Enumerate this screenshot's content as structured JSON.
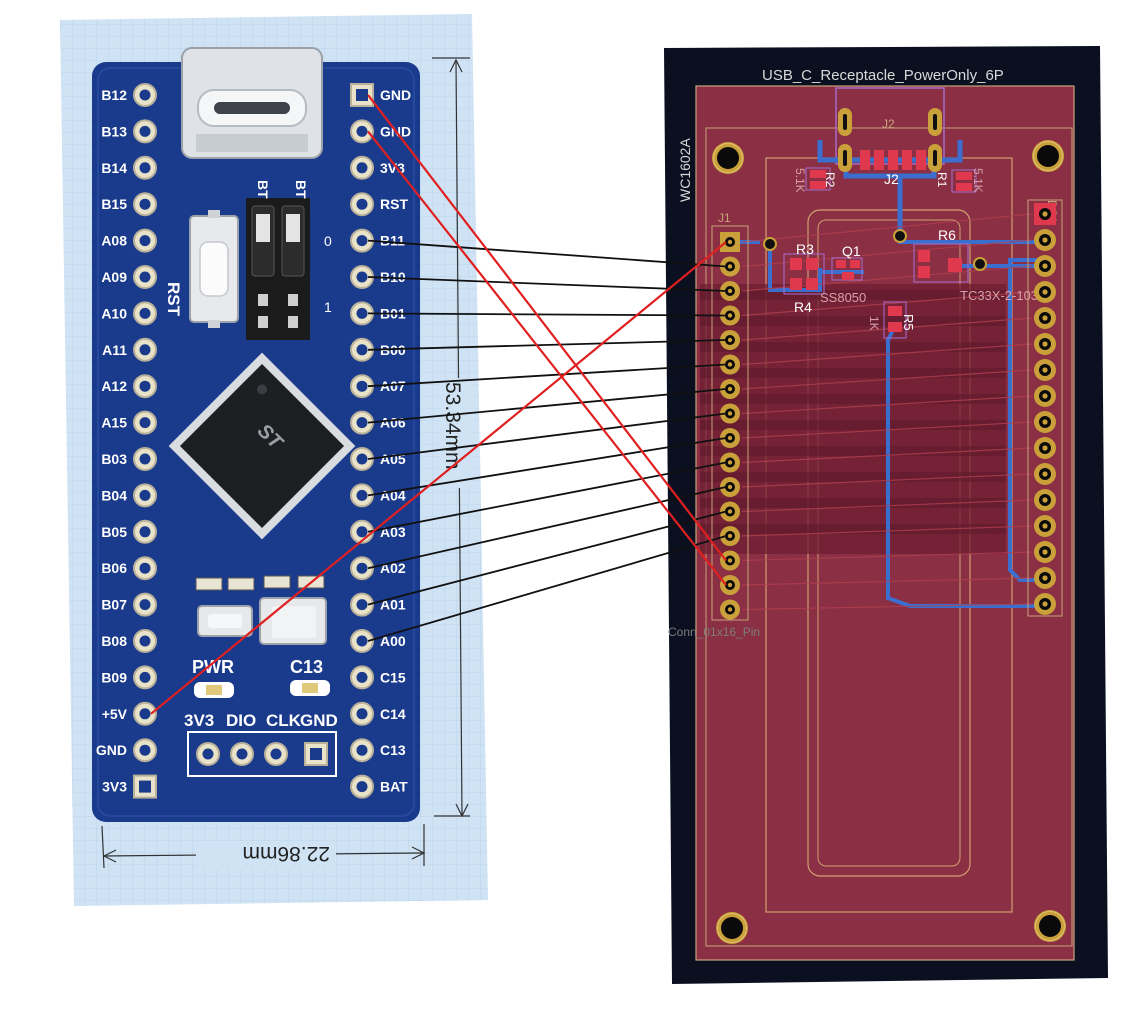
{
  "board": {
    "left_pins": [
      "B12",
      "B13",
      "B14",
      "B15",
      "A08",
      "A09",
      "A10",
      "A11",
      "A12",
      "A15",
      "B03",
      "B04",
      "B05",
      "B06",
      "B07",
      "B08",
      "B09",
      "+5V",
      "GND",
      "3V3"
    ],
    "right_pins": [
      "GND",
      "GND",
      "3V3",
      "RST",
      "B11",
      "B10",
      "B01",
      "B00",
      "A07",
      "A06",
      "A05",
      "A04",
      "A03",
      "A02",
      "A01",
      "A00",
      "C15",
      "C14",
      "C13",
      "BAT"
    ],
    "boot_labels": [
      "BT",
      "BT"
    ],
    "jumper_marks": [
      "0",
      "1"
    ],
    "rst_label": "RST",
    "pwr_label": "PWR",
    "c13_label": "C13",
    "debug_labels": [
      "3V3",
      "DIO",
      "CLK",
      "GND"
    ],
    "dim_height": "53.34mm",
    "dim_width": "22.86mm",
    "colors": {
      "board": "#1a3a8c",
      "grid_bg": "#cfe3f5",
      "wire_data": "#111111",
      "wire_power": "#e02020"
    }
  },
  "pcb": {
    "top_label": "USB_C_Receptacle_PowerOnly_6P",
    "side_label": "WC1602A",
    "conn_label": "Conn_01x16_Pin",
    "refs": {
      "j1": "J1",
      "j2": "J2",
      "j2b": "J2",
      "r1": "R1",
      "r2": "R2",
      "r3": "R3",
      "r4": "R4",
      "r5": "R5",
      "r6": "R6",
      "q1": "Q1",
      "ds1": "DS1"
    },
    "values": {
      "r1": "5.1K",
      "r2": "5.1K",
      "q1": "SS8050",
      "r5": "1K",
      "led": "TC33X-2-103E"
    },
    "colors": {
      "bg": "#0a1020",
      "board": "#8c2f44",
      "copper": "#a52a3a",
      "trace": "#3a6fd0"
    }
  },
  "connections": [
    {
      "from": "B11",
      "to_j1_pin": 2,
      "kind": "data"
    },
    {
      "from": "B10",
      "to_j1_pin": 3,
      "kind": "data"
    },
    {
      "from": "B01",
      "to_j1_pin": 4,
      "kind": "data"
    },
    {
      "from": "B00",
      "to_j1_pin": 5,
      "kind": "data"
    },
    {
      "from": "A07",
      "to_j1_pin": 6,
      "kind": "data"
    },
    {
      "from": "A06",
      "to_j1_pin": 7,
      "kind": "data"
    },
    {
      "from": "A05",
      "to_j1_pin": 8,
      "kind": "data"
    },
    {
      "from": "A04",
      "to_j1_pin": 9,
      "kind": "data"
    },
    {
      "from": "A03",
      "to_j1_pin": 10,
      "kind": "data"
    },
    {
      "from": "A02",
      "to_j1_pin": 11,
      "kind": "data"
    },
    {
      "from": "A01",
      "to_j1_pin": 12,
      "kind": "data"
    },
    {
      "from": "A00",
      "to_j1_pin": 13,
      "kind": "data"
    },
    {
      "from": "GND",
      "to_j1_pin": 14,
      "kind": "power"
    },
    {
      "from": "GND",
      "to_j1_pin": 15,
      "kind": "power"
    },
    {
      "from": "+5V",
      "to_j1_pin": 1,
      "kind": "power"
    }
  ]
}
